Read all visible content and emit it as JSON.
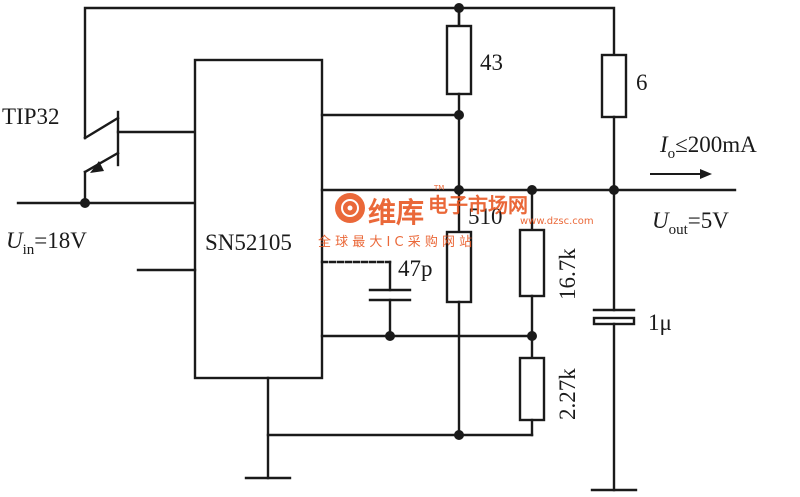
{
  "components": {
    "transistor": "TIP32",
    "ic": "SN52105",
    "r_top": "43",
    "r_out": "6",
    "r_mid": "510",
    "r_div_top": "16.7k",
    "r_div_bottom": "2.27k",
    "cap_comp": "47p",
    "cap_out": "1μ"
  },
  "input": {
    "symbol": "U",
    "subscript": "in",
    "value": "=18V"
  },
  "output": {
    "symbol": "U",
    "subscript": "out",
    "value": "=5V"
  },
  "current": {
    "symbol": "I",
    "subscript": "o",
    "value": "≤200mA"
  },
  "watermark": {
    "cn_title": "维库",
    "cn_sub": "电子市场网",
    "url": "www.dzsc.com",
    "slogan": "全 球 最 大 I C 采 购 网 站",
    "tm": "TM"
  },
  "colors": {
    "ink": "#1a1a1a",
    "watermark": "#e8541e"
  }
}
